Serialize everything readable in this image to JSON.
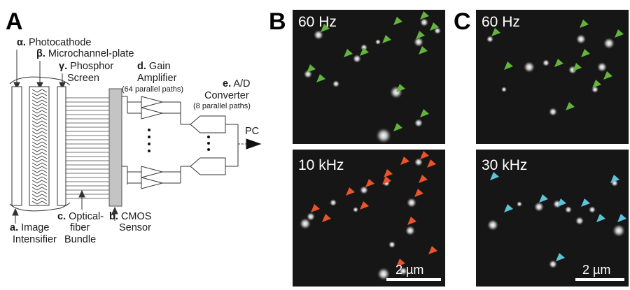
{
  "panels": {
    "a": "A",
    "b": "B",
    "c": "C"
  },
  "diagram": {
    "alpha": {
      "letter": "α.",
      "text": "Photocathode"
    },
    "beta": {
      "letter": "β.",
      "text": "Microchannel-plate"
    },
    "gamma": {
      "letter": "γ.",
      "line1": "Phosphor",
      "line2": "Screen"
    },
    "a": {
      "letter": "a.",
      "line1": "Image",
      "line2": "Intensifier"
    },
    "b": {
      "letter": "b.",
      "text": "CMOS",
      "line2": "Sensor"
    },
    "c": {
      "letter": "c.",
      "line1": "Optical-",
      "line2": "fiber",
      "line3": "Bundle"
    },
    "d": {
      "letter": "d.",
      "text": "Gain",
      "line2": "Amplifier",
      "line3": "(64 parallel paths)"
    },
    "e": {
      "letter": "e.",
      "text": "A/D",
      "line2": "Converter",
      "line3": "(8 parallel paths)"
    },
    "pc": "PC"
  },
  "micrographs": {
    "b_top": {
      "rate": "60 Hz"
    },
    "b_bottom": {
      "rate": "10 kHz",
      "scale": "2 µm"
    },
    "c_top": {
      "rate": "60 Hz"
    },
    "c_bottom": {
      "rate": "30 kHz",
      "scale": "2 µm"
    }
  },
  "colors": {
    "green_marker": "#63b43c",
    "red_marker": "#e9542a",
    "cyan_marker": "#5ec3d9"
  }
}
